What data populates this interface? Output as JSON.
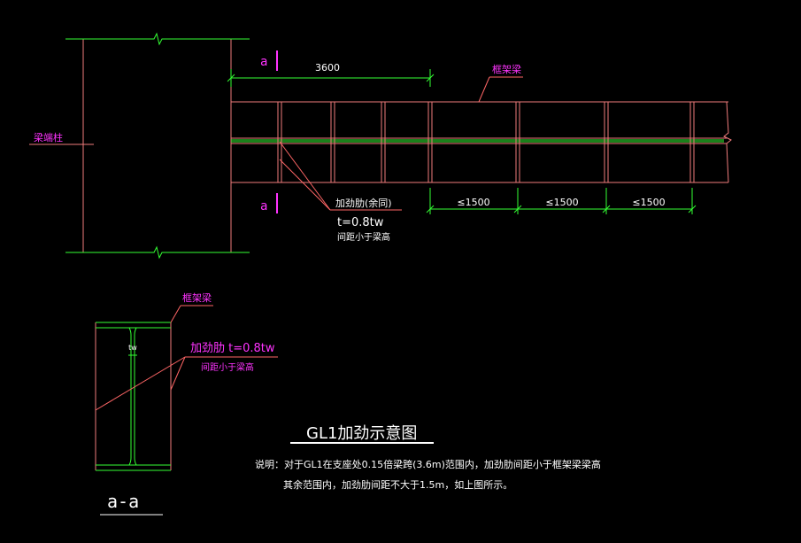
{
  "colors": {
    "background": "#000000",
    "frame_lines": "#f07c7c",
    "dimension_lines": "#33ff33",
    "leader_lines": "#ff6666",
    "label_magenta": "#ff33ff",
    "text_white": "#ffffff"
  },
  "labels": {
    "column_label": "梁端柱",
    "frame_beam_top": "框架梁",
    "frame_beam_section": "框架梁",
    "stiffener_same": "加劲肋(余同)",
    "stiffener_thickness": "t=0.8tw",
    "spacing_note": "间距小于梁高",
    "stiffener_section": "加劲肋 t=0.8tw",
    "spacing_note_section": "间距小于梁高",
    "tw_label": "tw",
    "section_mark_top": "a",
    "section_mark_bottom": "a",
    "section_title": "a-a"
  },
  "dimensions": {
    "span": "3600",
    "spacing_1": "≤1500",
    "spacing_2": "≤1500",
    "spacing_3": "≤1500"
  },
  "title": {
    "main": "GL1加劲示意图",
    "note_line1": "说明：对于GL1在支座处0.15倍梁跨(3.6m)范围内，加劲肋间距小于框架梁梁高",
    "note_line2": "其余范围内，加劲肋间距不大于1.5m，如上图所示。"
  }
}
